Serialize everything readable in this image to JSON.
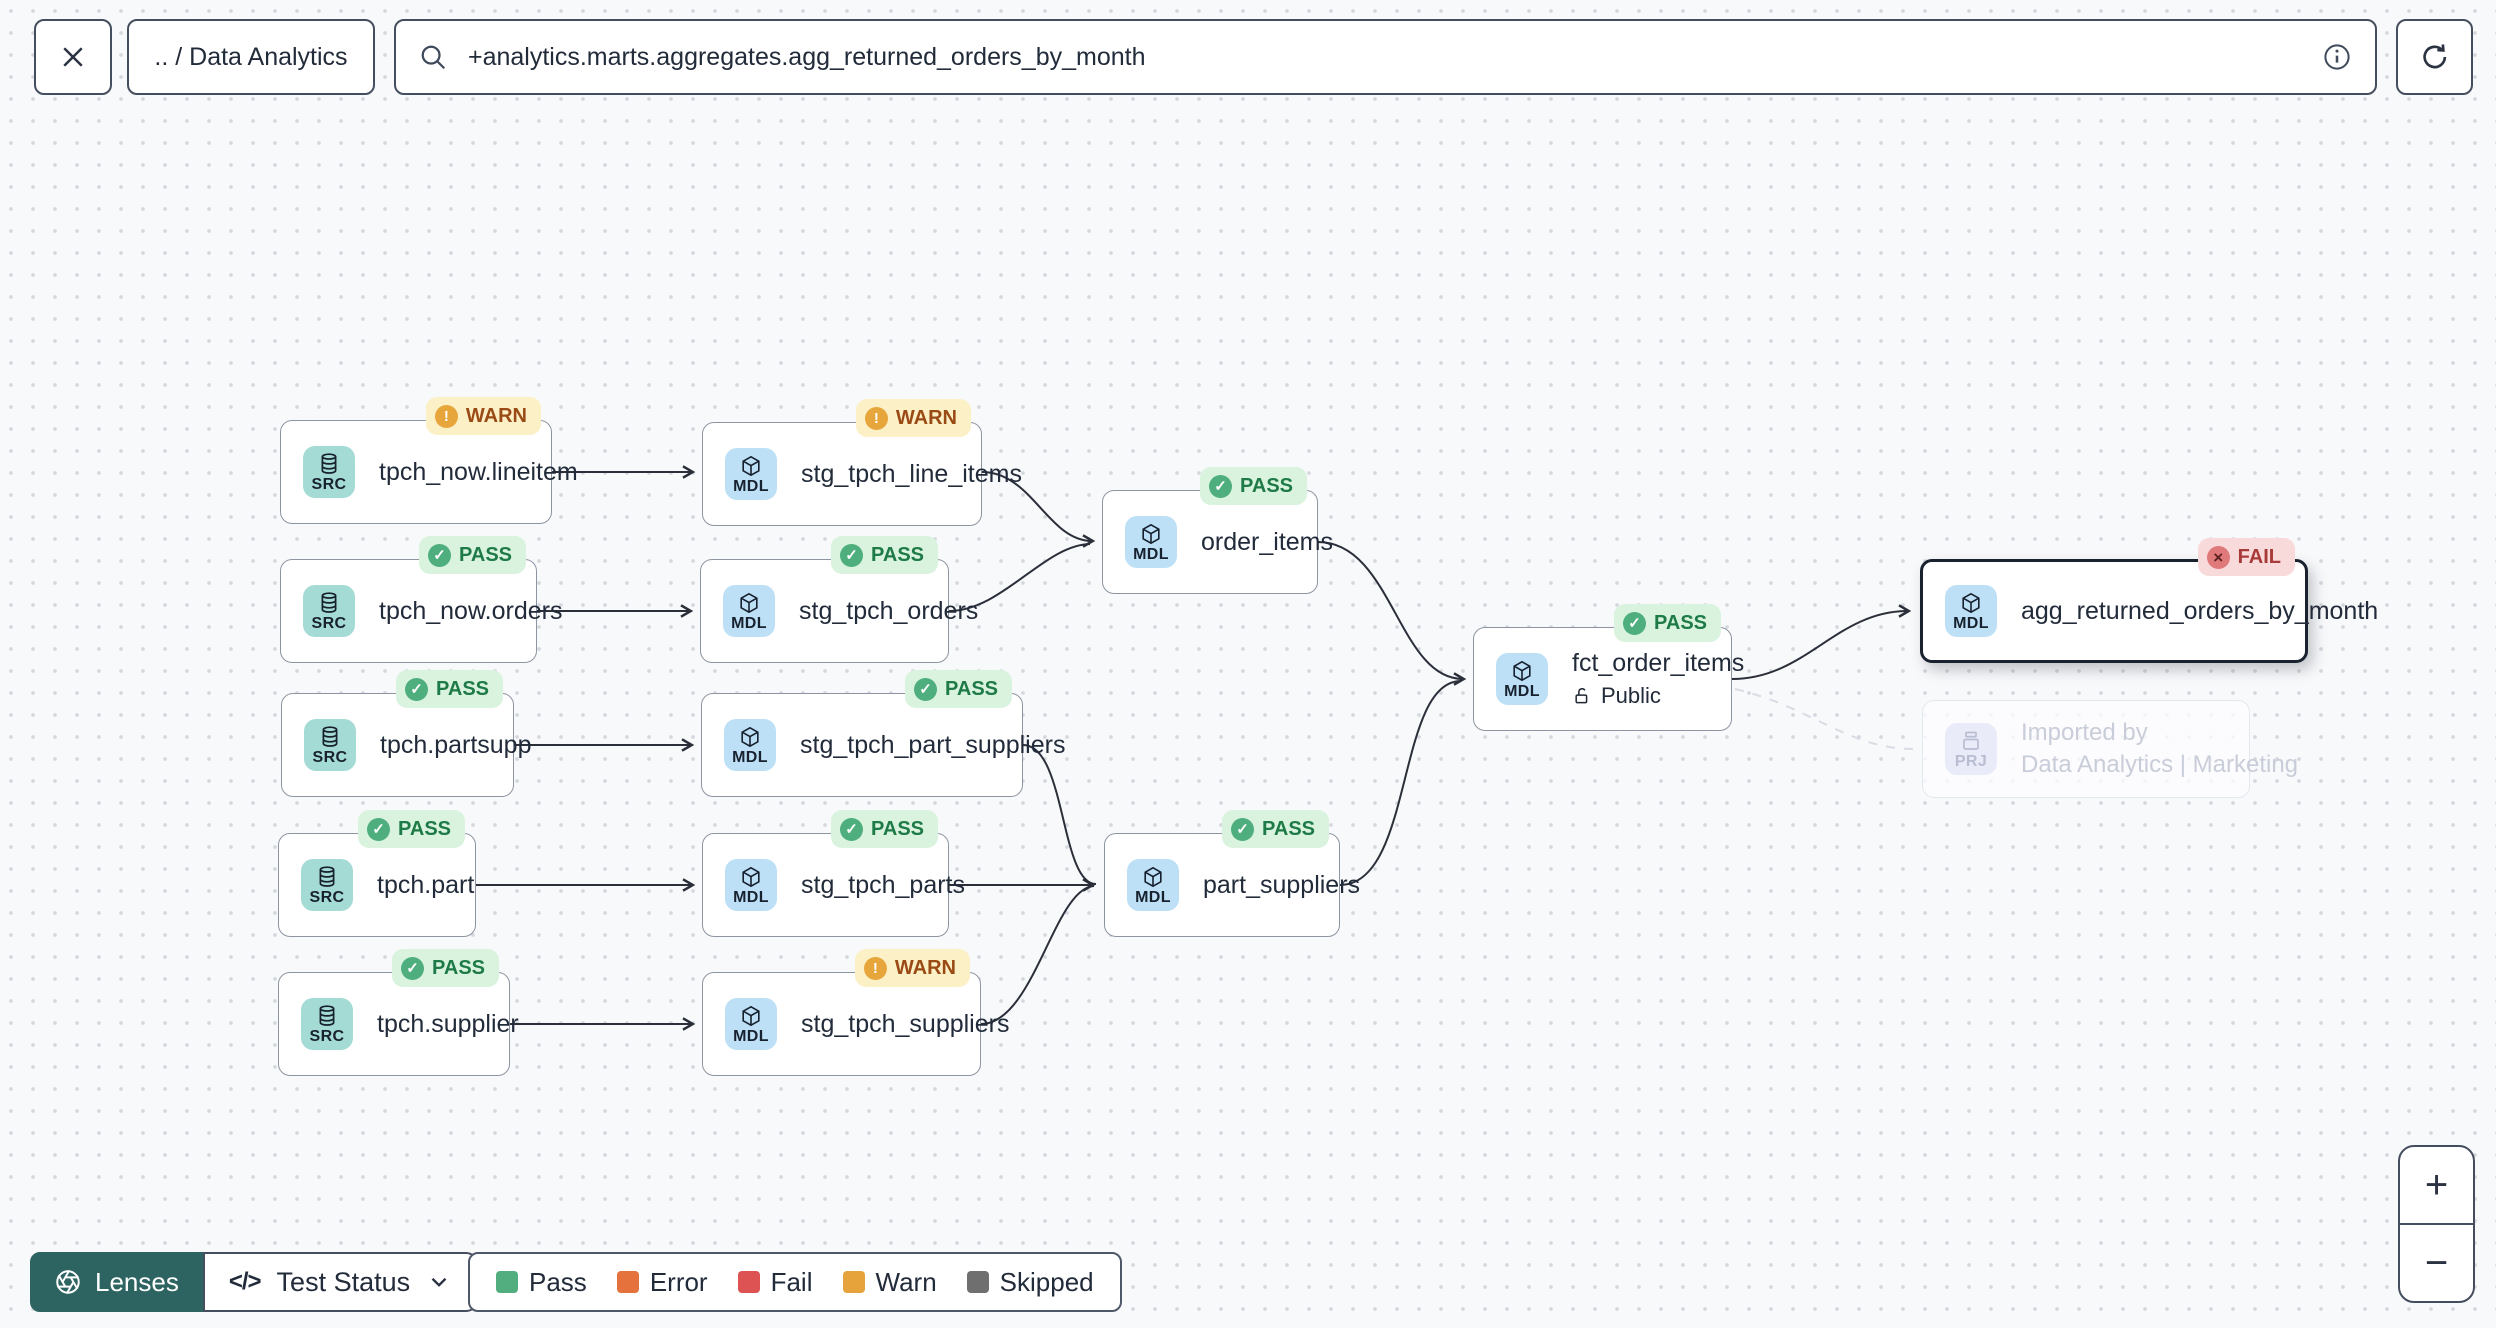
{
  "topbar": {
    "breadcrumb": ".. / Data Analytics",
    "search_value": "+analytics.marts.aggregates.agg_returned_orders_by_month"
  },
  "statuses": {
    "pass": "PASS",
    "warn": "WARN",
    "fail": "FAIL"
  },
  "kinds": {
    "src": "SRC",
    "mdl": "MDL",
    "prj": "PRJ"
  },
  "nodes": [
    {
      "label": "tpch_now.lineitem",
      "kind": "SRC",
      "status": "WARN"
    },
    {
      "label": "tpch_now.orders",
      "kind": "SRC",
      "status": "PASS"
    },
    {
      "label": "tpch.partsupp",
      "kind": "SRC",
      "status": "PASS"
    },
    {
      "label": "tpch.part",
      "kind": "SRC",
      "status": "PASS"
    },
    {
      "label": "tpch.supplier",
      "kind": "SRC",
      "status": "PASS"
    },
    {
      "label": "stg_tpch_line_items",
      "kind": "MDL",
      "status": "WARN"
    },
    {
      "label": "stg_tpch_orders",
      "kind": "MDL",
      "status": "PASS"
    },
    {
      "label": "stg_tpch_part_suppliers",
      "kind": "MDL",
      "status": "PASS"
    },
    {
      "label": "stg_tpch_parts",
      "kind": "MDL",
      "status": "PASS"
    },
    {
      "label": "stg_tpch_suppliers",
      "kind": "MDL",
      "status": "WARN"
    },
    {
      "label": "order_items",
      "kind": "MDL",
      "status": "PASS"
    },
    {
      "label": "part_suppliers",
      "kind": "MDL",
      "status": "PASS"
    },
    {
      "label": "fct_order_items",
      "kind": "MDL",
      "status": "PASS",
      "access": "Public"
    },
    {
      "label": "agg_returned_orders_by_month",
      "kind": "MDL",
      "status": "FAIL",
      "selected": true
    }
  ],
  "ghost_node": {
    "kind": "PRJ",
    "title": "Imported by",
    "subtitle": "Data Analytics | Marketing"
  },
  "edges": [
    [
      "tpch_now.lineitem",
      "stg_tpch_line_items"
    ],
    [
      "tpch_now.orders",
      "stg_tpch_orders"
    ],
    [
      "tpch.partsupp",
      "stg_tpch_part_suppliers"
    ],
    [
      "tpch.part",
      "stg_tpch_parts"
    ],
    [
      "tpch.supplier",
      "stg_tpch_suppliers"
    ],
    [
      "stg_tpch_line_items",
      "order_items"
    ],
    [
      "stg_tpch_orders",
      "order_items"
    ],
    [
      "stg_tpch_part_suppliers",
      "part_suppliers"
    ],
    [
      "stg_tpch_parts",
      "part_suppliers"
    ],
    [
      "stg_tpch_suppliers",
      "part_suppliers"
    ],
    [
      "order_items",
      "fct_order_items"
    ],
    [
      "part_suppliers",
      "fct_order_items"
    ],
    [
      "fct_order_items",
      "agg_returned_orders_by_month"
    ],
    [
      "fct_order_items",
      "Imported by Data Analytics | Marketing"
    ]
  ],
  "footer": {
    "lenses_label": "Lenses",
    "lens_selected": "Test Status",
    "code_glyph": "</>",
    "legend": [
      {
        "label": "Pass",
        "color": "#52ae7f"
      },
      {
        "label": "Error",
        "color": "#e5713c"
      },
      {
        "label": "Fail",
        "color": "#dd5353"
      },
      {
        "label": "Warn",
        "color": "#e6a33c"
      },
      {
        "label": "Skipped",
        "color": "#6f6f6f"
      }
    ]
  },
  "zoom": {
    "in": "+",
    "out": "−"
  }
}
